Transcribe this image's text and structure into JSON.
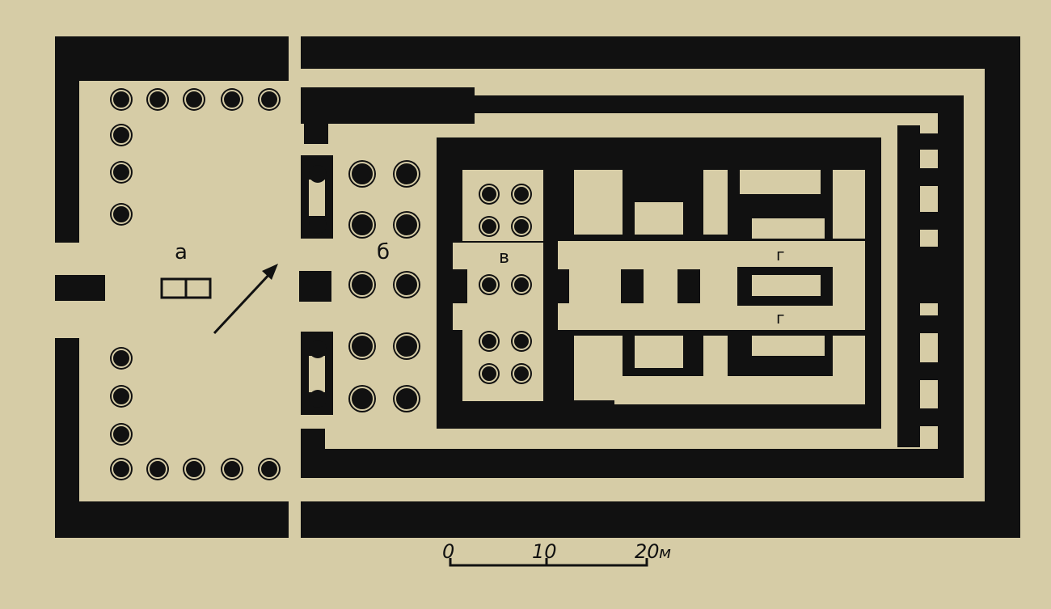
{
  "colors": {
    "background": "#d6cca6",
    "ink": "#111111"
  },
  "labels": {
    "a": "а",
    "b": "б",
    "v": "в",
    "g_upper": "г",
    "g_lower": "г"
  },
  "scale": {
    "t0": "0",
    "t10": "10",
    "t20": "20",
    "unit": "м"
  }
}
